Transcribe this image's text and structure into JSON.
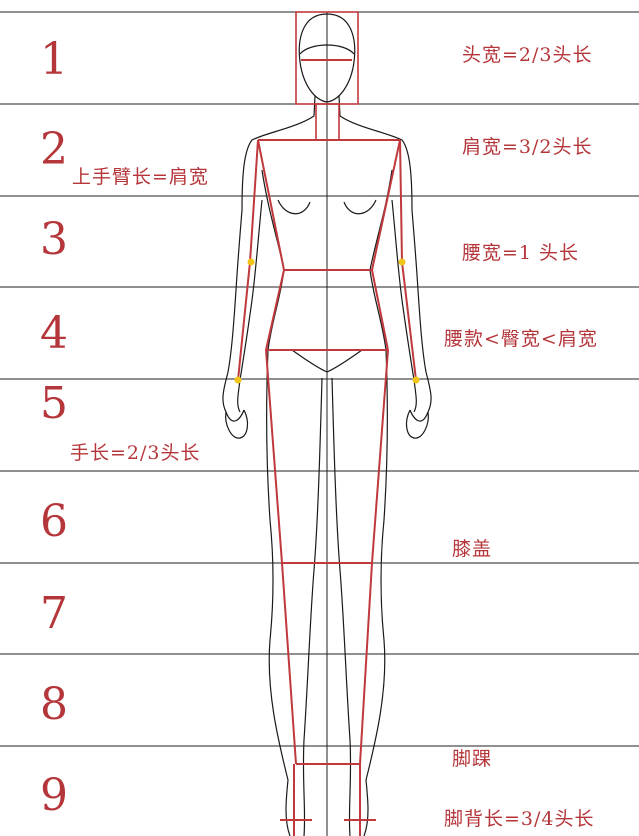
{
  "row_numbers": [
    "1",
    "2",
    "3",
    "4",
    "5",
    "6",
    "7",
    "8",
    "9"
  ],
  "annotations": {
    "head_width": "头宽=2/3头长",
    "shoulder_width": "肩宽=3/2头长",
    "upper_arm_length": "上手臂长=肩宽",
    "waist_width": "腰宽=1 头长",
    "waist_hip_shoulder": "腰款<臀宽<肩宽",
    "hand_length": "手长=2/3头长",
    "knee": "膝盖",
    "ankle": "脚踝",
    "instep_length": "脚背长=3/4头长"
  },
  "colors": {
    "guide": "#c0393d",
    "outline": "#1a1a1a",
    "joint": "#f0c419",
    "label": "#b5363a"
  }
}
